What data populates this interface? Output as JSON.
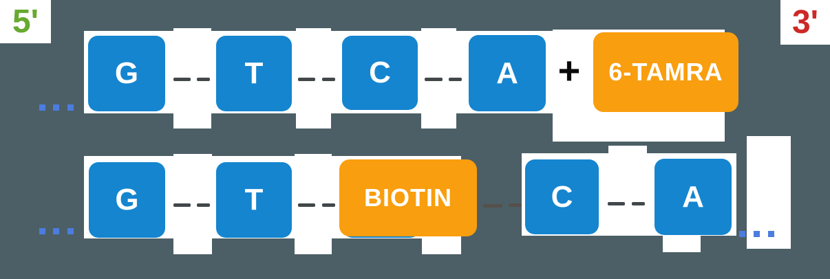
{
  "background_color": "#4c5f66",
  "labels": {
    "five_prime": "5'",
    "three_prime": "3'",
    "plus": "+"
  },
  "strand1": {
    "bases": [
      "G",
      "T",
      "C",
      "A"
    ],
    "tag": "6-TAMRA"
  },
  "strand2": {
    "bases": [
      "G",
      "T",
      "C",
      "A"
    ],
    "tag": "BIOTIN"
  },
  "icons": {
    "ellipsis": "sequence-continues-dots",
    "connector": "phosphate-backbone-dashes"
  },
  "colors": {
    "base_box": "#1585cf",
    "tag_box": "#f99e0e",
    "five_prime": "#68a92f",
    "three_prime": "#cc2927",
    "dash": "#42474a",
    "dash_muted": "#56504a",
    "dot": "#4b7de0",
    "cell_bg": "#ffffff",
    "letter": "#ffffff"
  }
}
